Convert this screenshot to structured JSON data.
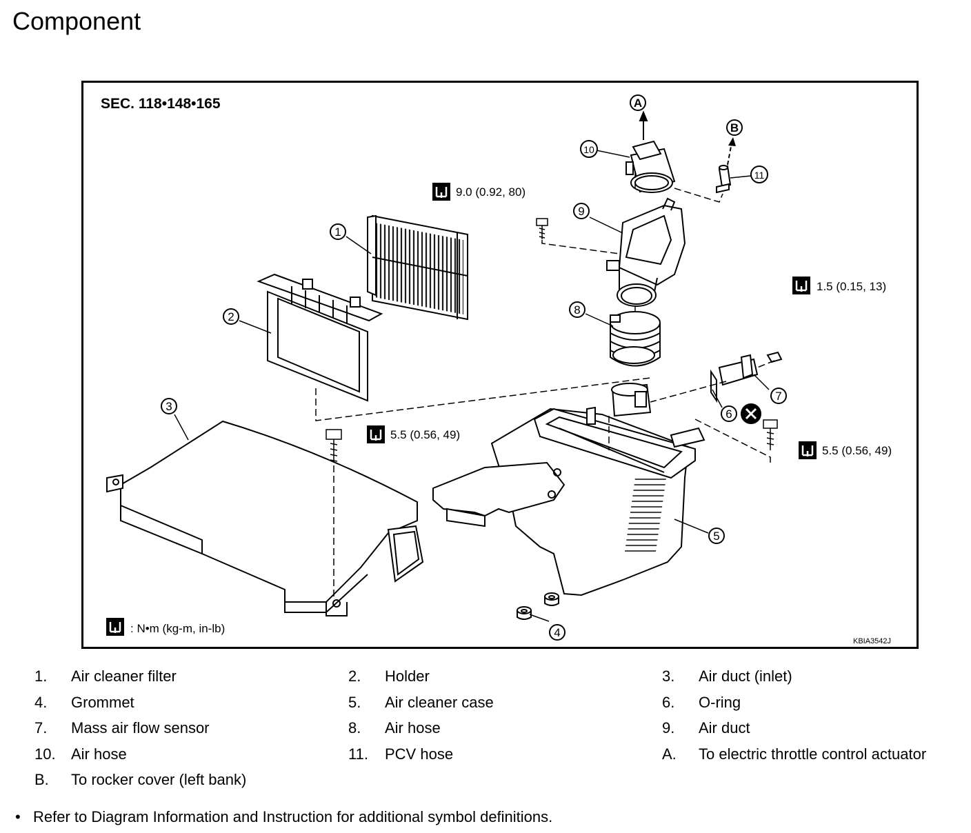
{
  "page": {
    "title": "Component"
  },
  "figure": {
    "section": "SEC. 118•148•165",
    "code": "KBIA3542J",
    "torque_legend": ": N•m (kg-m, in-lb)",
    "torques": [
      "9.0 (0.92, 80)",
      "1.5 (0.15, 13)",
      "5.5 (0.56, 49)",
      "5.5 (0.56, 49)"
    ],
    "callouts": [
      "1",
      "2",
      "3",
      "4",
      "5",
      "6",
      "7",
      "8",
      "9",
      "10",
      "11",
      "A",
      "B"
    ]
  },
  "legend": [
    {
      "num": "1.",
      "label": "Air cleaner filter"
    },
    {
      "num": "2.",
      "label": "Holder"
    },
    {
      "num": "3.",
      "label": "Air duct (inlet)"
    },
    {
      "num": "4.",
      "label": "Grommet"
    },
    {
      "num": "5.",
      "label": "Air cleaner case"
    },
    {
      "num": "6.",
      "label": "O-ring"
    },
    {
      "num": "7.",
      "label": "Mass air flow sensor"
    },
    {
      "num": "8.",
      "label": "Air hose"
    },
    {
      "num": "9.",
      "label": "Air duct"
    },
    {
      "num": "10.",
      "label": "Air hose"
    },
    {
      "num": "11.",
      "label": "PCV hose"
    },
    {
      "num": "A.",
      "label": "To electric throttle control actuator"
    },
    {
      "num": "B.",
      "label": "To rocker cover (left bank)"
    }
  ],
  "note": {
    "bullet": "•",
    "text": "Refer to Diagram Information and Instruction for additional symbol definitions."
  }
}
